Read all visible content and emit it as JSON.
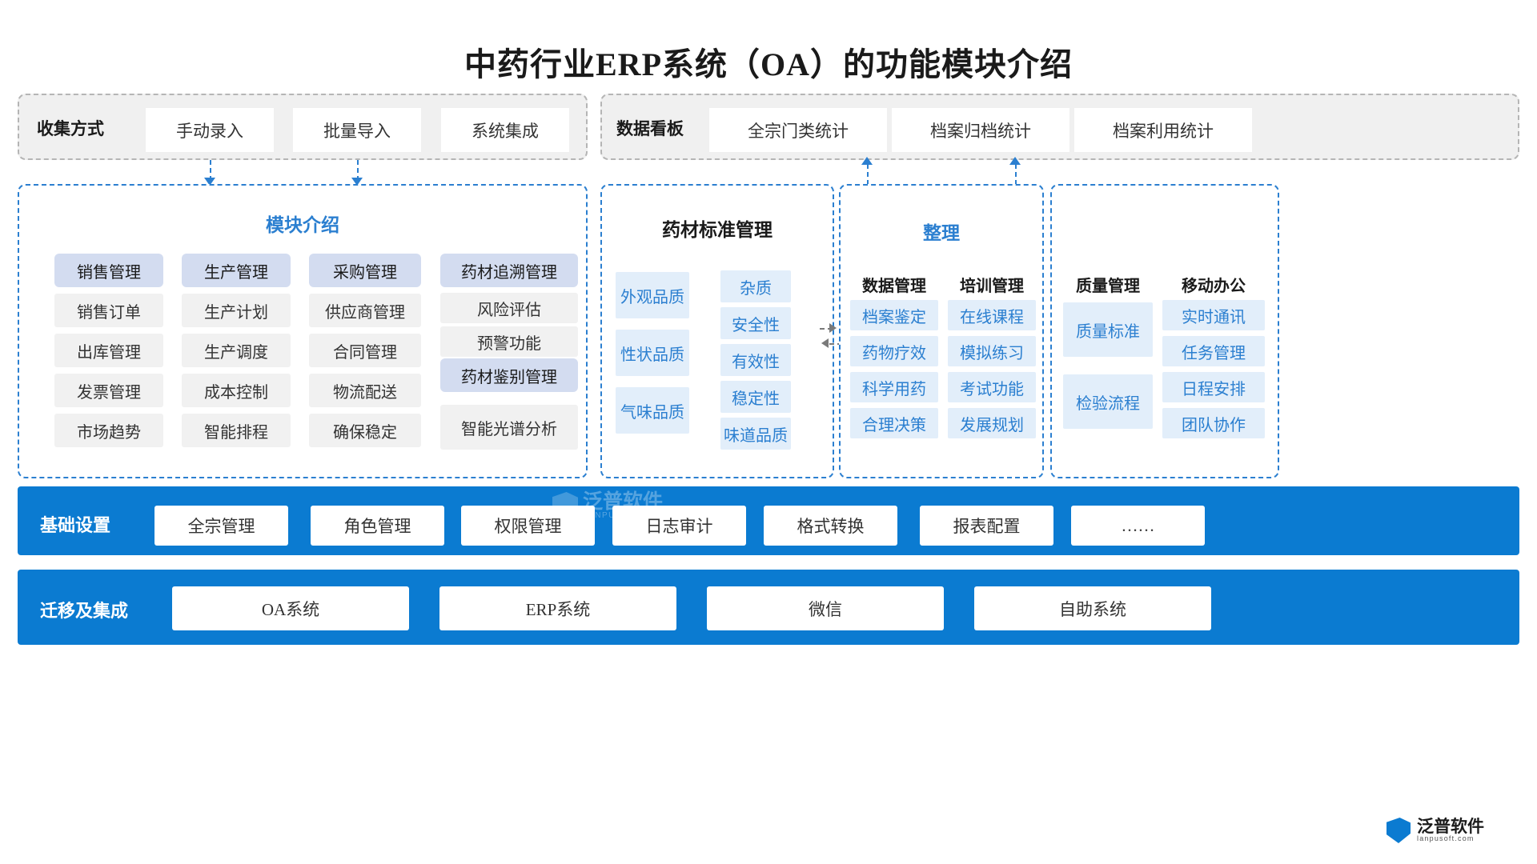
{
  "title": "中药行业ERP系统（OA）的功能模块介绍",
  "collect": {
    "label": "收集方式",
    "items": [
      "手动录入",
      "批量导入",
      "系统集成"
    ]
  },
  "dashboard": {
    "label": "数据看板",
    "items": [
      "全宗门类统计",
      "档案归档统计",
      "档案利用统计"
    ]
  },
  "module_intro": {
    "title": "模块介绍",
    "columns": [
      {
        "head": "销售管理",
        "items": [
          "销售订单",
          "出库管理",
          "发票管理",
          "市场趋势"
        ]
      },
      {
        "head": "生产管理",
        "items": [
          "生产计划",
          "生产调度",
          "成本控制",
          "智能排程"
        ]
      },
      {
        "head": "采购管理",
        "items": [
          "供应商管理",
          "合同管理",
          "物流配送",
          "确保稳定"
        ]
      }
    ],
    "trace_column": {
      "head": "药材追溯管理",
      "items": [
        "风险评估",
        "预警功能"
      ],
      "head2": "药材鉴别管理",
      "items2": [
        "智能光谱分析"
      ]
    }
  },
  "herb_standard": {
    "title": "药材标准管理",
    "left": [
      "外观品质",
      "性状品质",
      "气味品质"
    ],
    "right": [
      "杂质",
      "安全性",
      "有效性",
      "稳定性",
      "味道品质"
    ]
  },
  "organize": {
    "title": "整理",
    "columns": [
      {
        "head": "数据管理",
        "items": [
          "档案鉴定",
          "药物疗效",
          "科学用药",
          "合理决策"
        ]
      },
      {
        "head": "培训管理",
        "items": [
          "在线课程",
          "模拟练习",
          "考试功能",
          "发展规划"
        ]
      }
    ]
  },
  "quality": {
    "columns": [
      {
        "head": "质量管理",
        "items": [
          "质量标准",
          "检验流程"
        ]
      },
      {
        "head": "移动办公",
        "items": [
          "实时通讯",
          "任务管理",
          "日程安排",
          "团队协作"
        ]
      }
    ]
  },
  "base_settings": {
    "label": "基础设置",
    "items": [
      "全宗管理",
      "角色管理",
      "权限管理",
      "日志审计",
      "格式转换",
      "报表配置",
      "……"
    ]
  },
  "migration": {
    "label": "迁移及集成",
    "items": [
      "OA系统",
      "ERP系统",
      "微信",
      "自助系统"
    ]
  },
  "watermark": {
    "main": "泛普软件",
    "sub": "FANPU SOFTWARE"
  },
  "brand": {
    "main": "泛普软件",
    "sub": "lanpusoft.com"
  },
  "colors": {
    "accent": "#2b7fd0",
    "bar": "#0b7bd1",
    "card_head": "#d3dcf0",
    "card_sub": "#f1f1f1",
    "card_blue": "#e2eefa",
    "panel_gray": "#f0f0f0"
  }
}
